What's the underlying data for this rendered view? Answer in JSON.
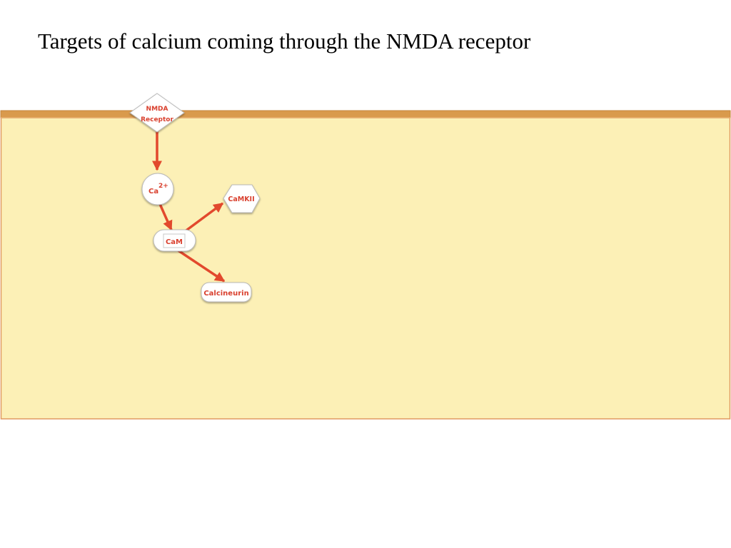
{
  "slide": {
    "title": "Targets of calcium coming through the NMDA receptor"
  },
  "diagram": {
    "nodes": {
      "nmda_receptor": {
        "line1": "NMDA",
        "line2": "Receptor"
      },
      "calcium": {
        "symbol": "Ca",
        "superscript": "2+"
      },
      "calmodulin": {
        "label": "CaM"
      },
      "camkii": {
        "label": "CaMKII"
      },
      "calcineurin": {
        "label": "Calcineurin"
      }
    },
    "colors": {
      "arrow": "#e2492d",
      "label": "#d9402e",
      "cell_fill": "#fcf0b6",
      "cell_border": "#e09a60",
      "membrane": "#d99a4c",
      "node_fill": "#ffffff"
    }
  }
}
